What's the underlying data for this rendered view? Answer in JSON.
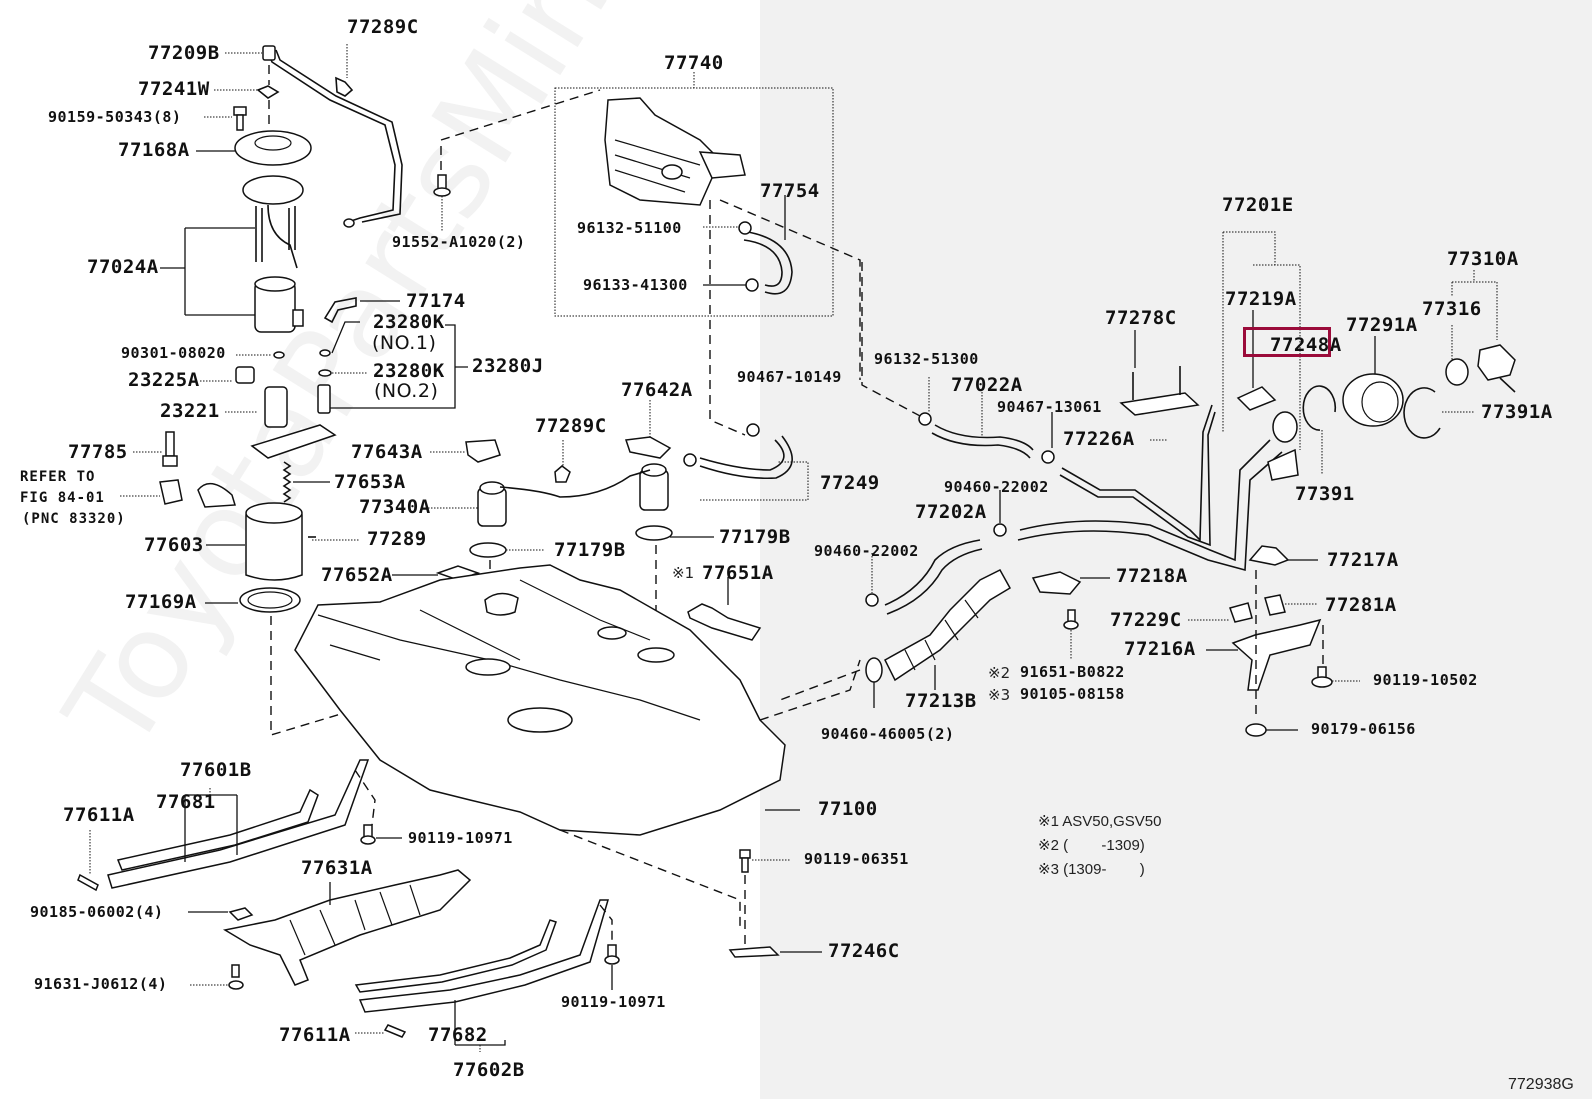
{
  "diagram": {
    "figure_id": "772938G",
    "watermark": "ToyotaPartsMine.ru",
    "highlighted_part": "77248A",
    "highlight_color": "#9b0b3a",
    "background_left": "#ffffff",
    "background_right": "#f1f1f1"
  },
  "labels": {
    "l77289C_top": "77289C",
    "l77209B": "77209B",
    "l77241W": "77241W",
    "l90159": "90159-50343(8)",
    "l77168A": "77168A",
    "l77024A": "77024A",
    "l91552": "91552-A1020(2)",
    "l77174": "77174",
    "l23280K_1": "23280K",
    "l_no1": "(NO.1)",
    "l23280K_2": "23280K",
    "l_no2": "(NO.2)",
    "l23280J": "23280J",
    "l90301": "90301-08020",
    "l23225A": "23225A",
    "l23221": "23221",
    "l77785": "77785",
    "l_refer1": "REFER TO",
    "l_refer2": "FIG 84-01",
    "l_refer3": "(PNC 83320)",
    "l77653A": "77653A",
    "l77603": "77603",
    "l77289": "77289",
    "l77169A": "77169A",
    "l77740": "77740",
    "l77754": "77754",
    "l96132_51100": "96132-51100",
    "l96133_41300": "96133-41300",
    "l77642A": "77642A",
    "l77643A": "77643A",
    "l77289C_mid": "77289C",
    "l77340A": "77340A",
    "l77179B_left": "77179B",
    "l77179B_right": "77179B",
    "l77652A": "77652A",
    "l77651A_mark": "※1",
    "l77651A": "77651A",
    "l90467_10149": "90467-10149",
    "l77249": "77249",
    "l96132_51300": "96132-51300",
    "l77022A": "77022A",
    "l90467_13061": "90467-13061",
    "l77278C": "77278C",
    "l77226A": "77226A",
    "l90460_22002_a": "90460-22002",
    "l77202A": "77202A",
    "l90460_22002_b": "90460-22002",
    "l77218A": "77218A",
    "l77229C": "77229C",
    "l77216A": "77216A",
    "l91651_mark": "※2",
    "l91651": "91651-B0822",
    "l90105_mark": "※3",
    "l90105": "90105-08158",
    "l77213B": "77213B",
    "l90460_46005": "90460-46005(2)",
    "l77201E": "77201E",
    "l77219A": "77219A",
    "l77248A": "77248A",
    "l77291A": "77291A",
    "l77310A": "77310A",
    "l77316": "77316",
    "l77391A": "77391A",
    "l77391": "77391",
    "l77217A": "77217A",
    "l77281A": "77281A",
    "l90119_10502": "90119-10502",
    "l90179_06156": "90179-06156",
    "l77601B": "77601B",
    "l77681": "77681",
    "l77611A_top": "77611A",
    "l90119_10971_a": "90119-10971",
    "l77631A": "77631A",
    "l90185": "90185-06002(4)",
    "l91631": "91631-J0612(4)",
    "l77611A_bot": "77611A",
    "l77682": "77682",
    "l77602B": "77602B",
    "l90119_10971_b": "90119-10971",
    "l77100": "77100",
    "l90119_06351": "90119-06351",
    "l77246C": "77246C"
  },
  "notes": [
    {
      "mark": "※1",
      "text": "ASV50,GSV50"
    },
    {
      "mark": "※2",
      "text": "(        -1309)"
    },
    {
      "mark": "※3",
      "text": "(1309-        )"
    }
  ]
}
